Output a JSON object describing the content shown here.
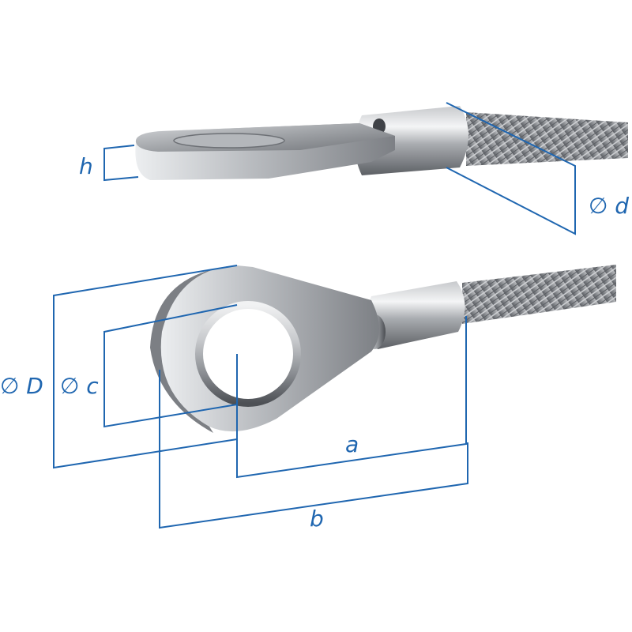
{
  "labels": {
    "h": "h",
    "d": "∅ d",
    "D": "∅ D",
    "c": "∅ c",
    "a": "a",
    "b": "b"
  },
  "colors": {
    "dimension": "#1f66b0",
    "steel_light": "#e6e7e9",
    "steel_mid": "#a7aaae",
    "steel_dark": "#55585d",
    "wire": "#8d8f93"
  }
}
